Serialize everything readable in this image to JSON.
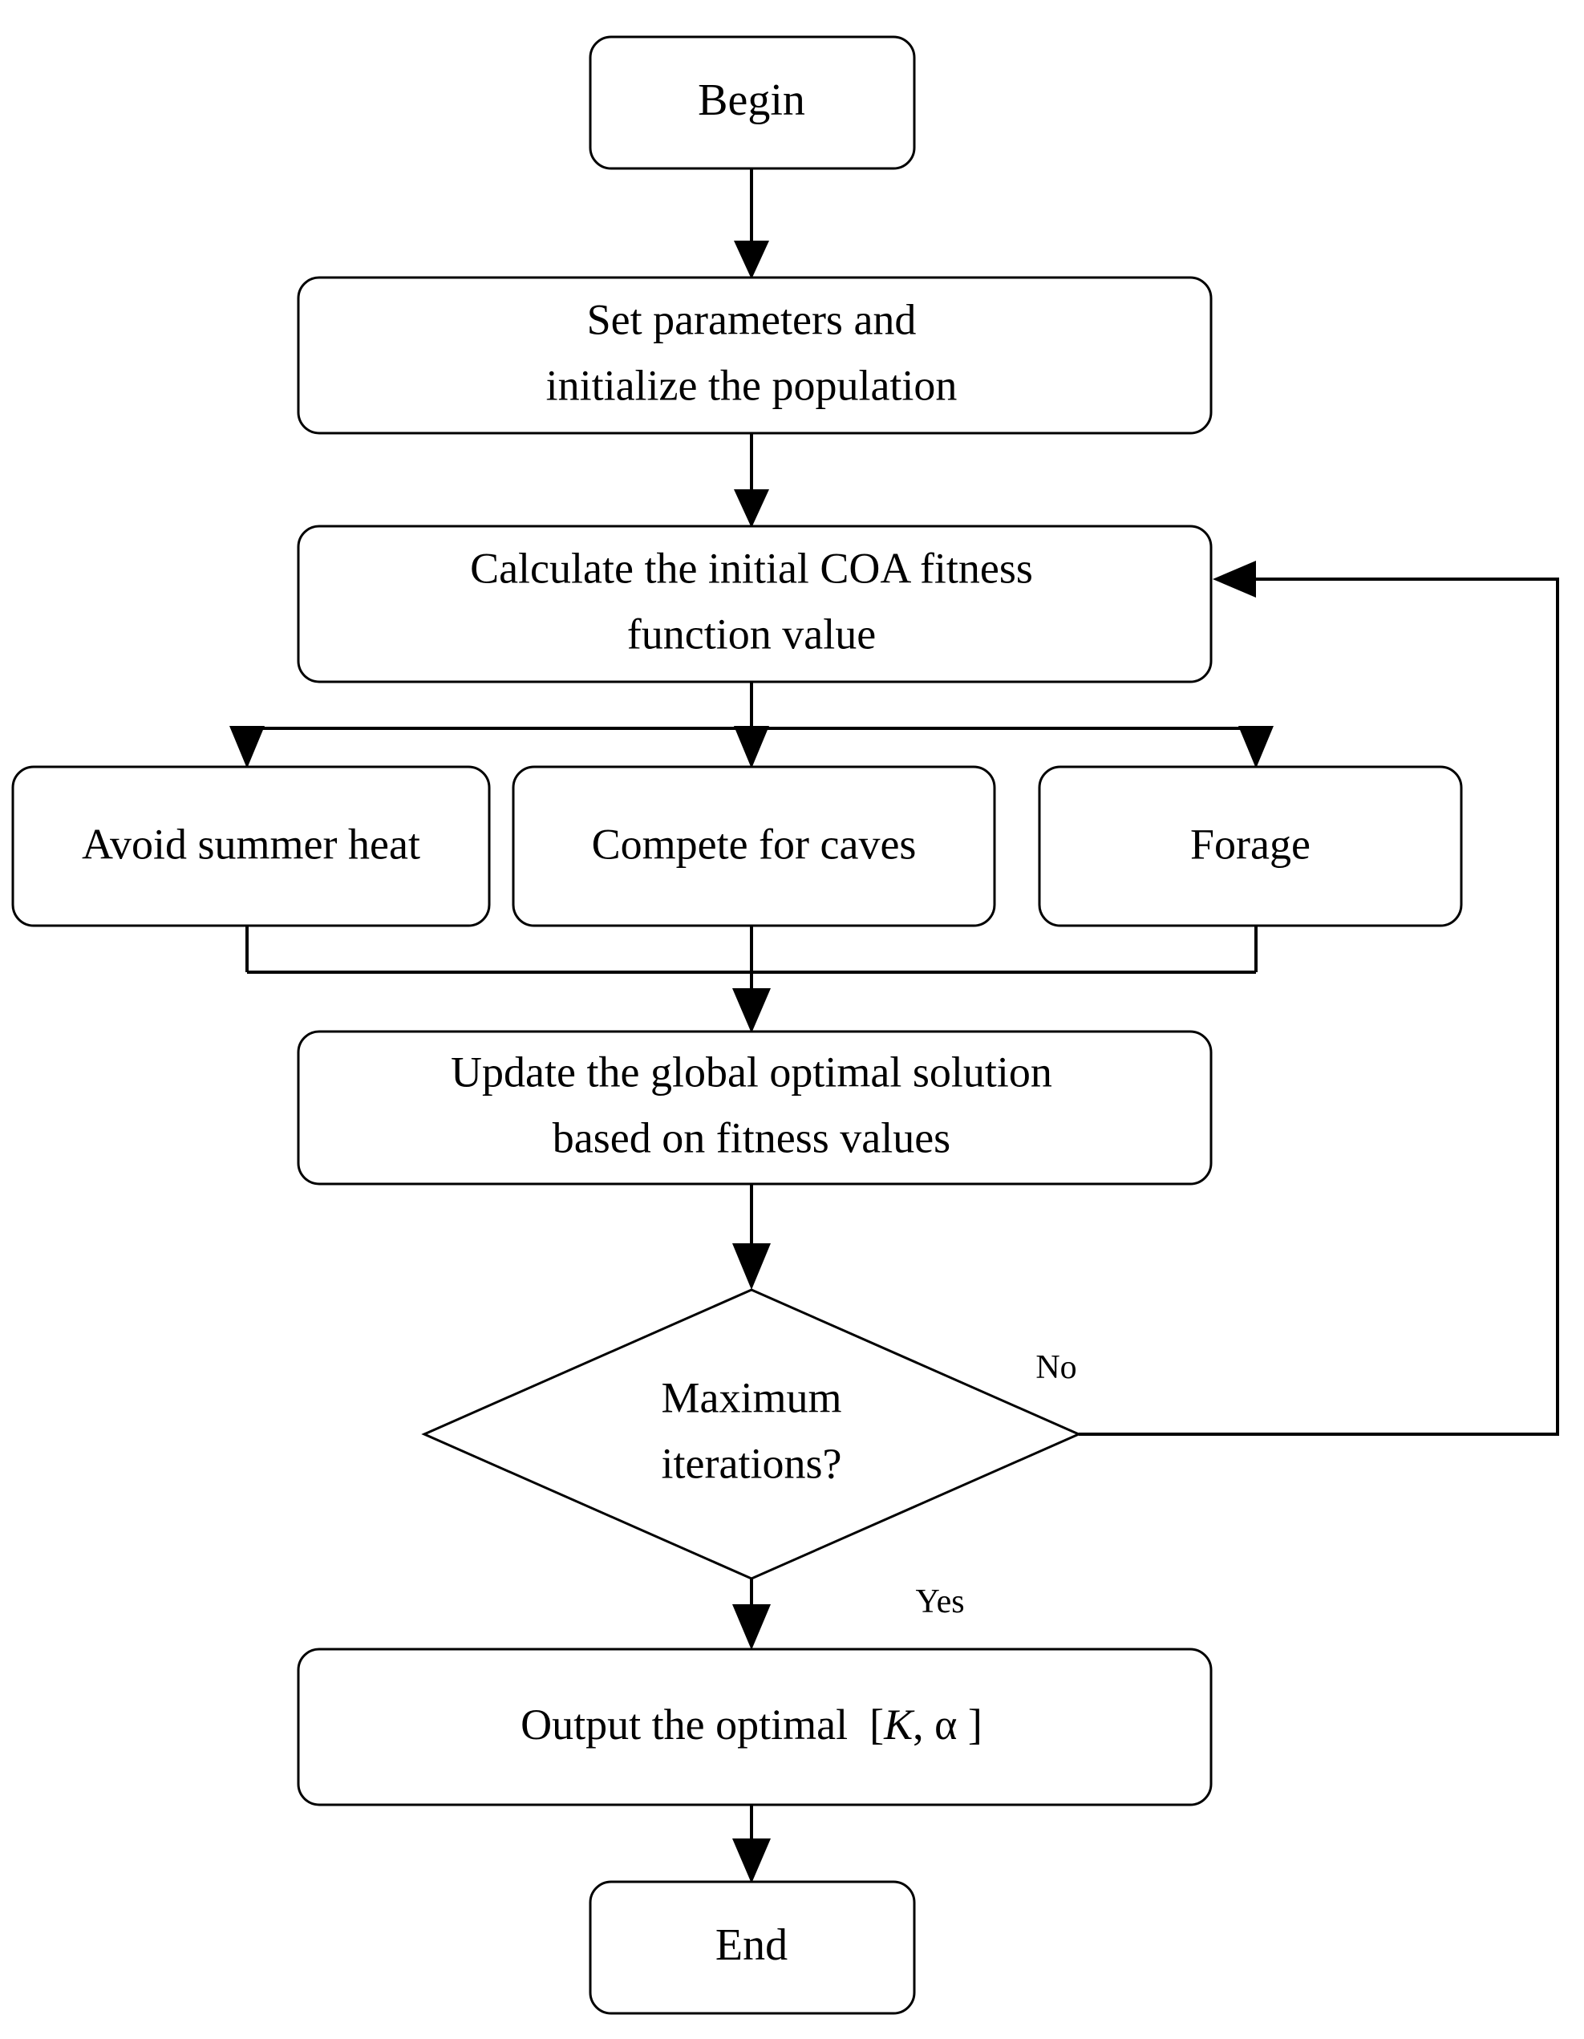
{
  "diagram": {
    "title": "COA optimization flowchart",
    "type": "flowchart",
    "background_color": "#ffffff",
    "line_color": "#000000",
    "text_color": "#000000"
  },
  "nodes": {
    "begin": {
      "label": "Begin",
      "shape": "rounded-rectangle"
    },
    "set_parameters": {
      "line1": "Set parameters and",
      "line2": "initialize the population",
      "shape": "rounded-rectangle"
    },
    "calculate_fitness": {
      "line1": "Calculate the initial COA fitness",
      "line2": "function value",
      "shape": "rounded-rectangle"
    },
    "avoid_heat": {
      "label": "Avoid summer heat",
      "shape": "rounded-rectangle"
    },
    "compete_caves": {
      "label": "Compete for caves",
      "shape": "rounded-rectangle"
    },
    "forage": {
      "label": "Forage",
      "shape": "rounded-rectangle"
    },
    "update_global": {
      "line1": "Update the global optimal solution",
      "line2": "based on fitness values",
      "shape": "rounded-rectangle"
    },
    "max_iterations": {
      "line1": "Maximum",
      "line2": "iterations?",
      "shape": "diamond"
    },
    "output_optimal": {
      "prefix": "Output the optimal",
      "bracket_open": "[",
      "var_k": "K",
      "comma": ",",
      "var_alpha": "α",
      "bracket_close": "]",
      "shape": "rounded-rectangle"
    },
    "end": {
      "label": "End",
      "shape": "rounded-rectangle"
    }
  },
  "edge_labels": {
    "no": "No",
    "yes": "Yes"
  }
}
